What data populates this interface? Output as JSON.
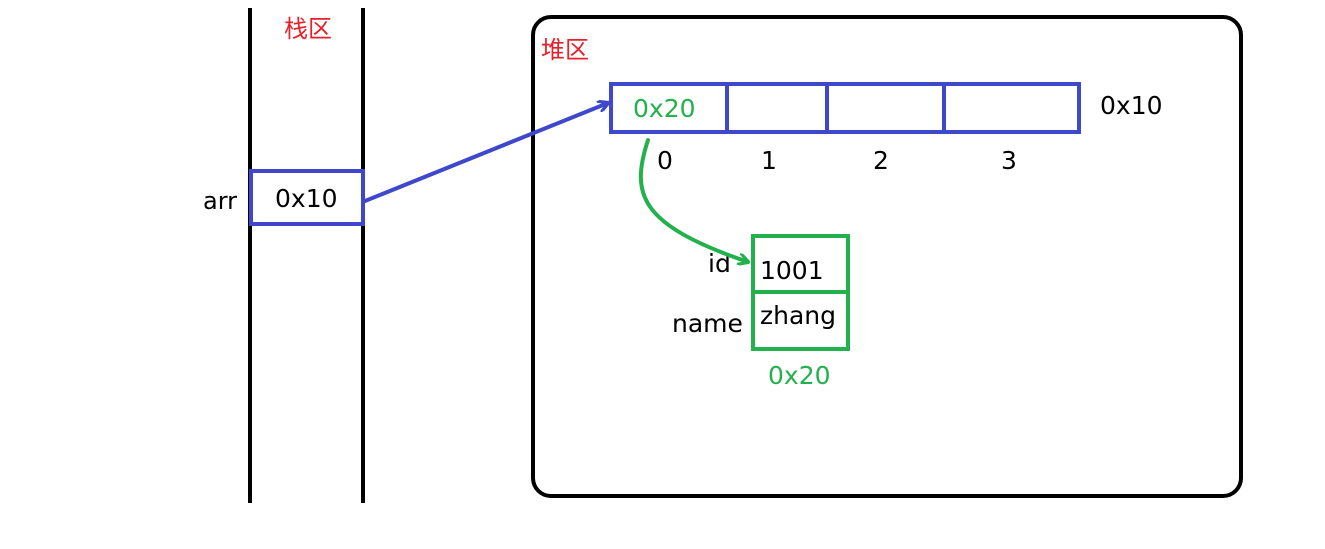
{
  "colors": {
    "black": "#000000",
    "red": "#e8202a",
    "blue": "#3f48cc",
    "green": "#22b14c"
  },
  "stack": {
    "title": "栈区",
    "var_name": "arr",
    "var_value": "0x10"
  },
  "heap": {
    "title": "堆区",
    "array": {
      "address": "0x10",
      "cells": [
        "0x20",
        "",
        "",
        ""
      ],
      "indices": [
        "0",
        "1",
        "2",
        "3"
      ]
    },
    "object": {
      "address": "0x20",
      "fields": [
        {
          "name": "id",
          "value": "1001"
        },
        {
          "name": "name",
          "value": "zhang"
        }
      ]
    }
  }
}
